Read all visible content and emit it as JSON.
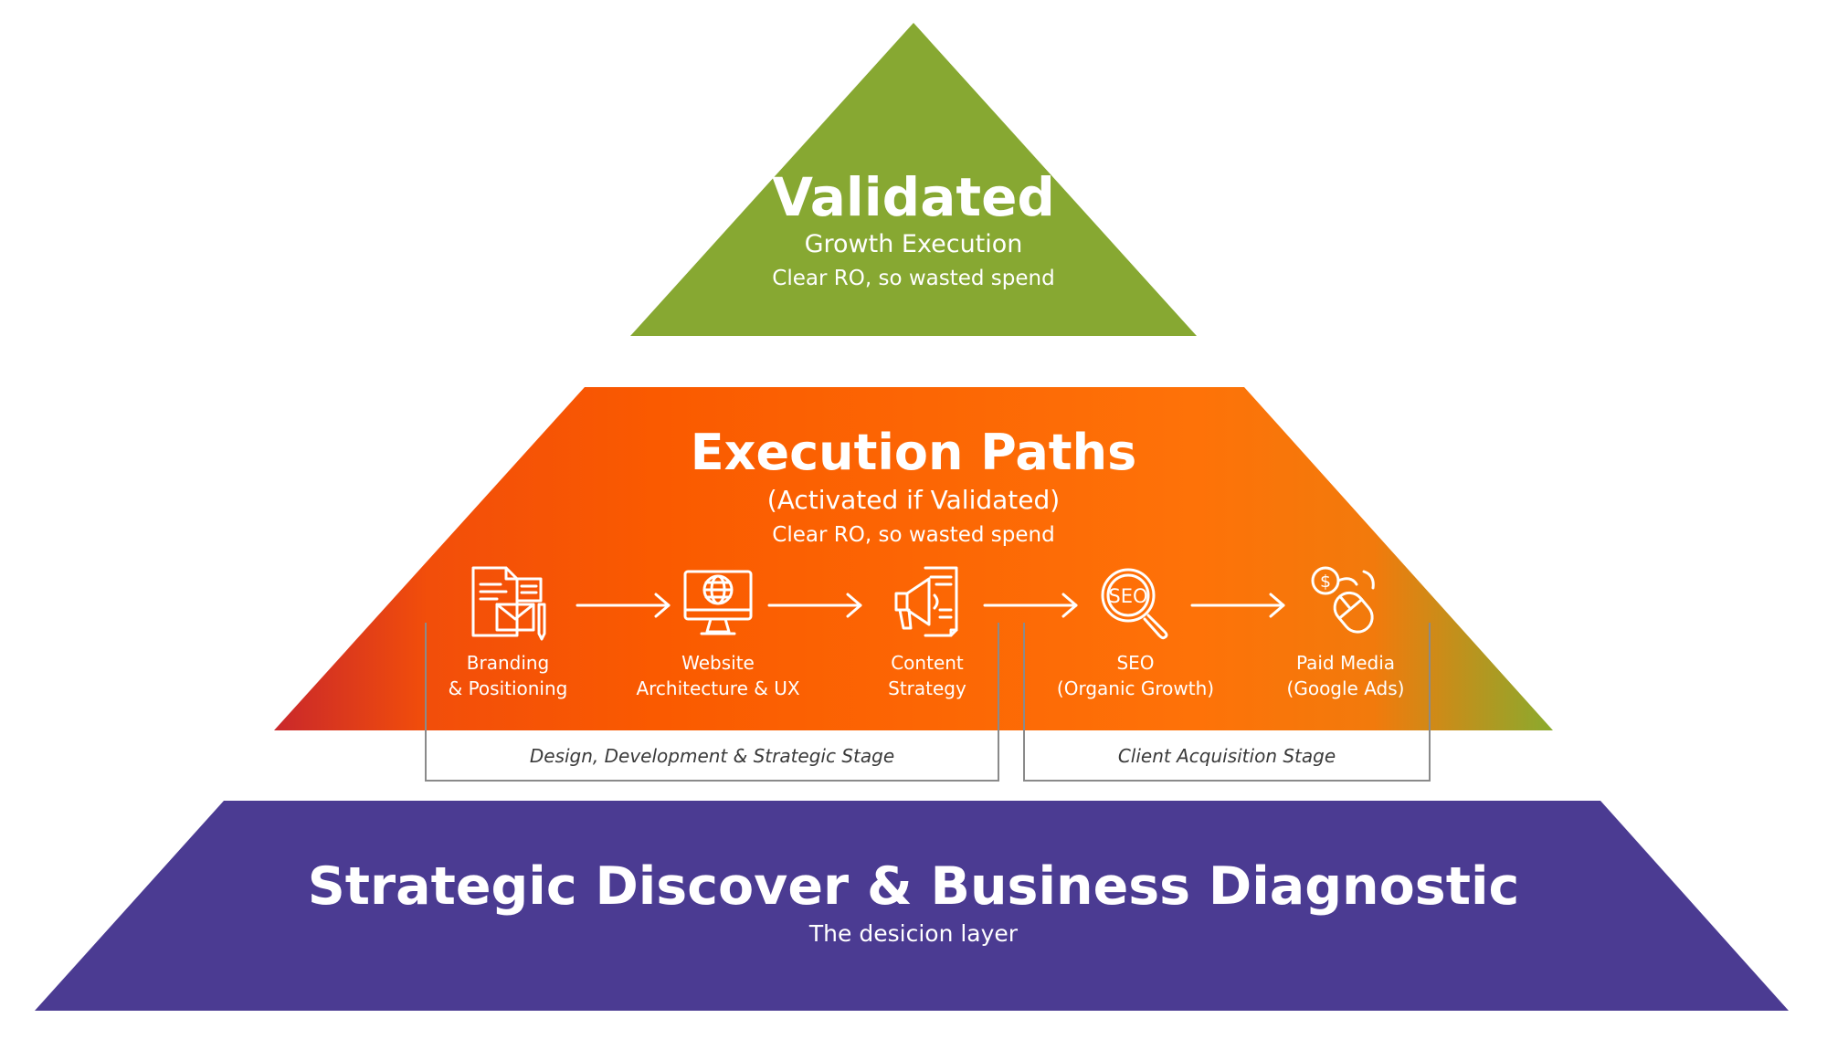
{
  "colors": {
    "green": "#87a832",
    "orange_red": "#c9282b",
    "orange": "#fa5a00",
    "orange_light": "#fe7a10",
    "olive": "#8aaa2e",
    "purple": "#4b3b92",
    "bracket": "#8a8a8a"
  },
  "top": {
    "title": "Validated",
    "subtitle": "Growth Execution",
    "note": "Clear RO, so wasted spend"
  },
  "middle": {
    "title": "Execution Paths",
    "subtitle": "(Activated if Validated)",
    "note": "Clear RO, so wasted spend",
    "steps": [
      {
        "icon": "documents-mail-icon",
        "label": "Branding\n& Positioning"
      },
      {
        "icon": "monitor-globe-icon",
        "label": "Website\nArchitecture & UX"
      },
      {
        "icon": "megaphone-icon",
        "label": "Content\nStrategy"
      },
      {
        "icon": "seo-magnifier-icon",
        "label": "SEO\n(Organic Growth)"
      },
      {
        "icon": "mouse-dollar-icon",
        "label": "Paid Media\n(Google Ads)"
      }
    ]
  },
  "stages": [
    {
      "label": "Design, Development & Strategic Stage"
    },
    {
      "label": "Client Acquisition Stage"
    }
  ],
  "bottom": {
    "title": "Strategic Discover & Business Diagnostic",
    "subtitle": "The desicion layer"
  }
}
